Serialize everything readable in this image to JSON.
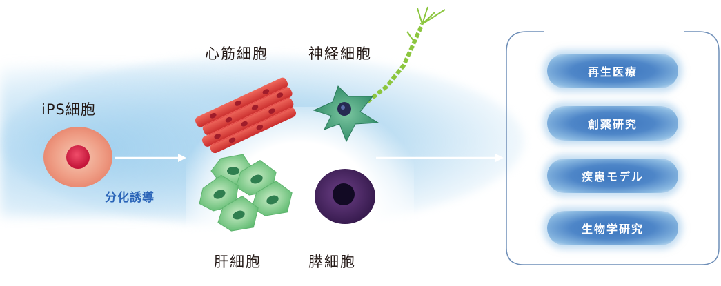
{
  "source": {
    "label": "iPS細胞"
  },
  "process": {
    "label": "分化誘導"
  },
  "cell_types": {
    "heart": "心筋細胞",
    "nerve": "神経細胞",
    "liver": "肝細胞",
    "pancreas": "膵細胞"
  },
  "applications": [
    {
      "label": "再生医療"
    },
    {
      "label": "創薬研究"
    },
    {
      "label": "疾患モデル"
    },
    {
      "label": "生物学研究"
    }
  ],
  "colors": {
    "induction_text": "#2a64b8",
    "app_button": "#4e86c8",
    "glow": "#a0d0ee",
    "frame": "#6f8fb8"
  }
}
